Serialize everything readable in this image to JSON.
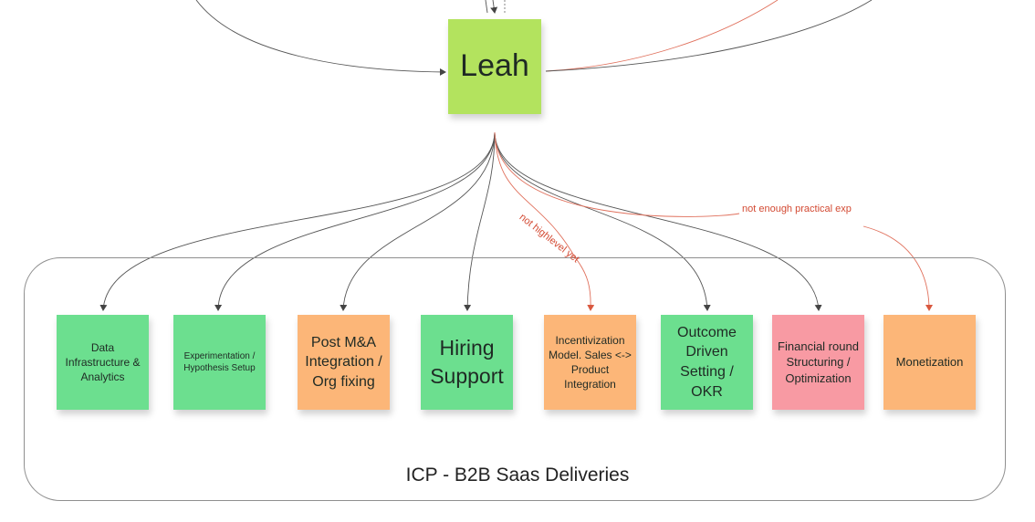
{
  "center_node": {
    "label": "Leah",
    "color": "#b3e35e"
  },
  "container": {
    "label": "ICP - B2B Saas Deliveries"
  },
  "nodes": [
    {
      "label": "Data Infrastructure & Analytics",
      "color": "#6cdf8f"
    },
    {
      "label": "Experimentation / Hypothesis Setup",
      "color": "#6cdf8f"
    },
    {
      "label": "Post M&A Integration / Org fixing",
      "color": "#fcb678"
    },
    {
      "label": "Hiring Support",
      "color": "#6cdf8f"
    },
    {
      "label": "Incentivization Model. Sales <-> Product Integration",
      "color": "#fcb678"
    },
    {
      "label": "Outcome Driven Setting / OKR",
      "color": "#6cdf8f"
    },
    {
      "label": "Financial round Structuring / Optimization",
      "color": "#f89aa3"
    },
    {
      "label": "Monetization",
      "color": "#fcb678"
    }
  ],
  "edge_labels": {
    "not_highlevel": "not highlevel yet",
    "not_enough_exp": "not enough practical exp"
  },
  "colors": {
    "edge_default": "#555555",
    "edge_critique": "#e0705c"
  }
}
